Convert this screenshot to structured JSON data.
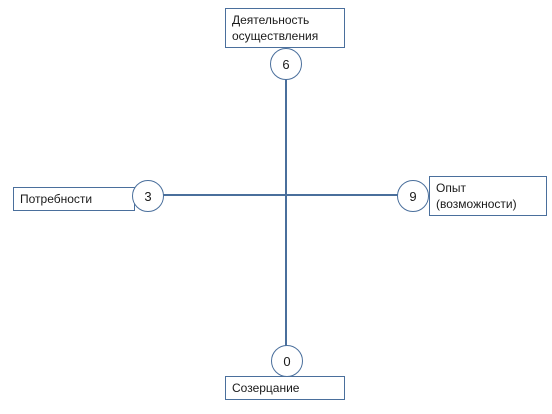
{
  "colors": {
    "line": "#4a6f9c",
    "text": "#1a1a1a",
    "background": "#ffffff"
  },
  "diagram": {
    "top": {
      "label_line1": "Деятельность",
      "label_line2": "осуществления",
      "value": "6"
    },
    "left": {
      "label_line1": "Потребности",
      "value": "3"
    },
    "right": {
      "label_line1": "Опыт",
      "label_line2": "(возможности)",
      "value": "9"
    },
    "bottom": {
      "label_line1": "Созерцание",
      "value": "0"
    }
  }
}
